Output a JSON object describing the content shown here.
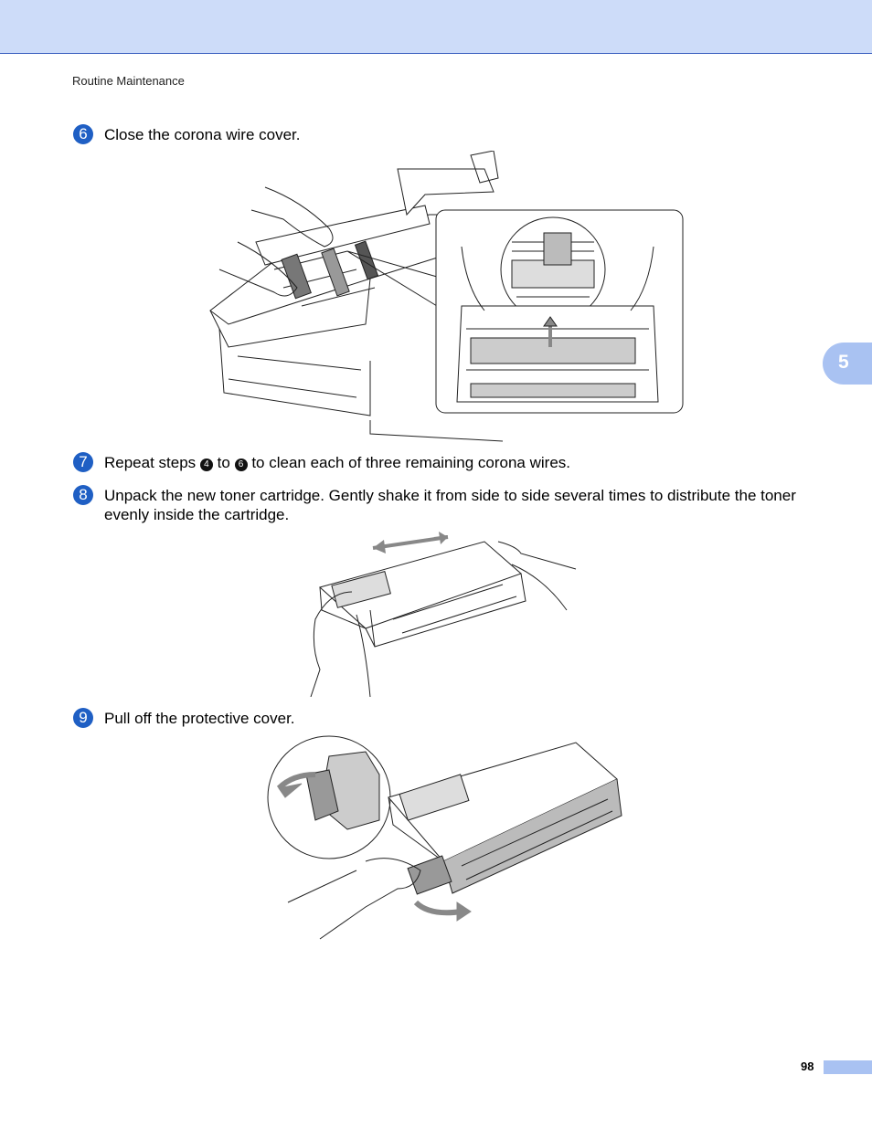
{
  "header": {
    "running_title": "Routine Maintenance"
  },
  "chapter_tab": {
    "number": "5"
  },
  "steps": [
    {
      "badge": "6",
      "text": "Close the corona wire cover."
    },
    {
      "badge": "7",
      "text_before": "Repeat steps",
      "ref_start": "4",
      "text_mid": "to",
      "ref_end": "6",
      "text_after": "to clean each of three remaining corona wires."
    },
    {
      "badge": "8",
      "text": "Unpack the new toner cartridge. Gently shake it from side to side several times to distribute the toner evenly inside the cartridge."
    },
    {
      "badge": "9",
      "text": "Pull off the protective cover."
    }
  ],
  "footer": {
    "page_number": "98"
  }
}
